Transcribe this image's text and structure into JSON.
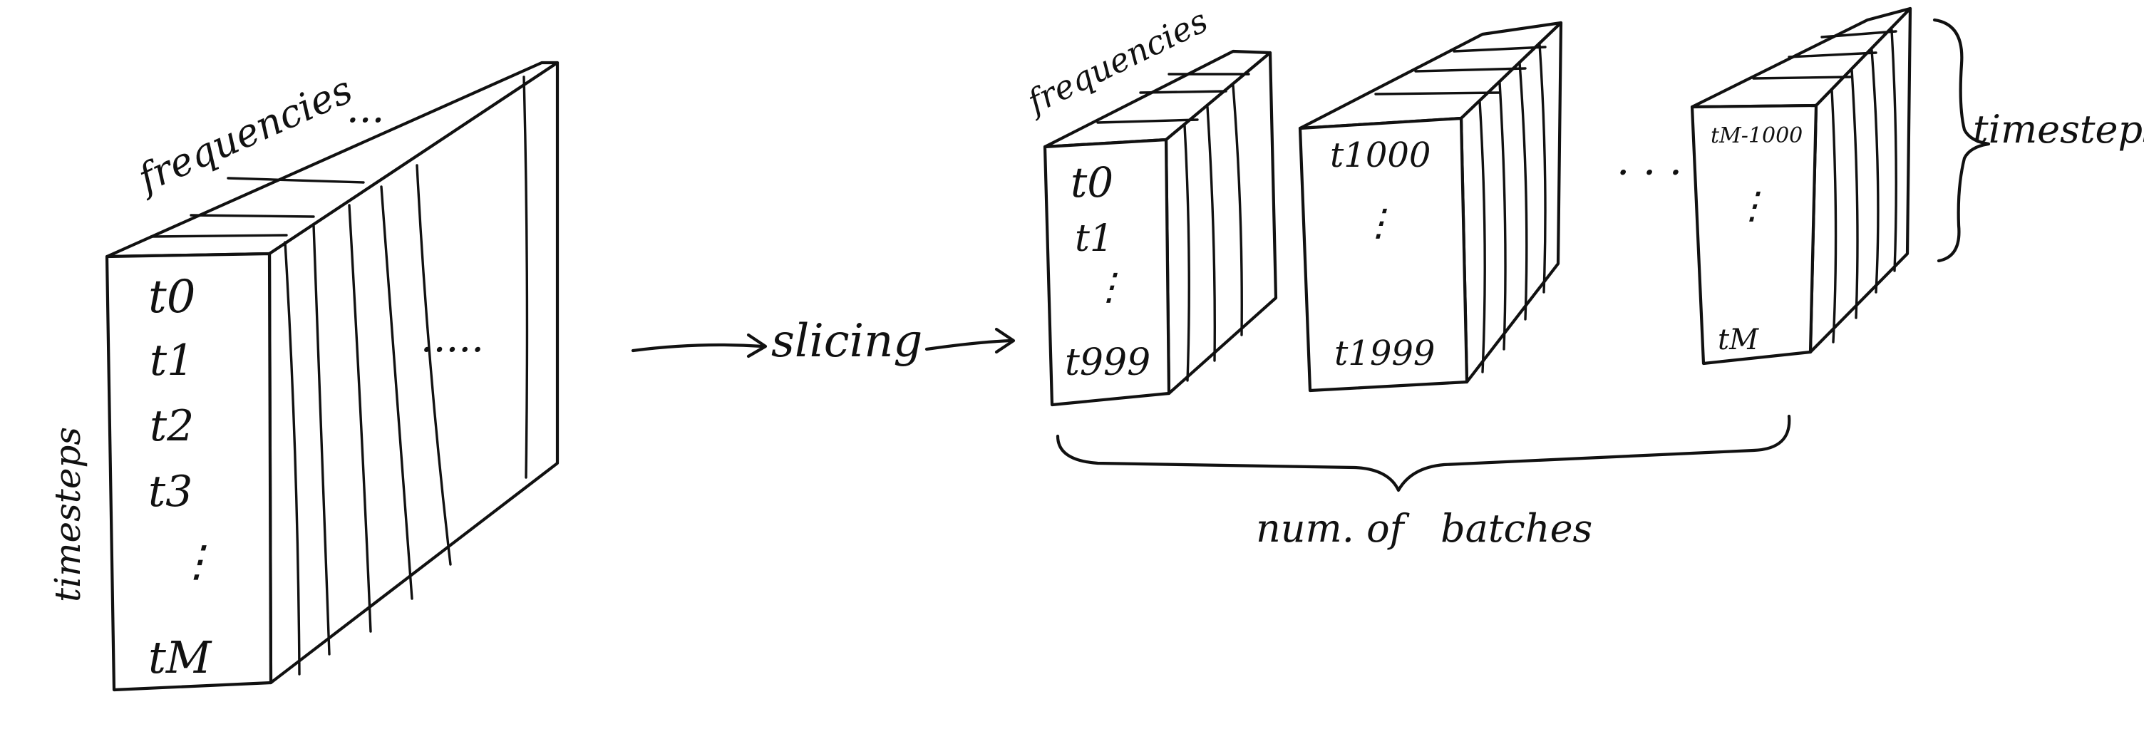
{
  "colors": {
    "ink": "#111111",
    "paper": "#ffffff"
  },
  "full_block": {
    "top_label": "frequencies",
    "side_label": "timesteps",
    "rows": [
      "t0",
      "t1",
      "t2",
      "t3",
      "⋮",
      "tM"
    ],
    "column_ellipsis_top": "···",
    "column_ellipsis_middle": "·····"
  },
  "process": {
    "label": "slicing"
  },
  "batches": {
    "top_label": "frequencies",
    "items": [
      {
        "first": "t0",
        "second": "t1",
        "dots": "⋮",
        "last": "t999"
      },
      {
        "first": "t1000",
        "dots": "⋮",
        "last": "t1999"
      },
      {
        "first": "tM-1000",
        "dots": "⋮",
        "last": "tM"
      }
    ],
    "between_ellipsis": "· · ·",
    "right_label": "timesteps",
    "bottom_label": "num. of   batches"
  }
}
